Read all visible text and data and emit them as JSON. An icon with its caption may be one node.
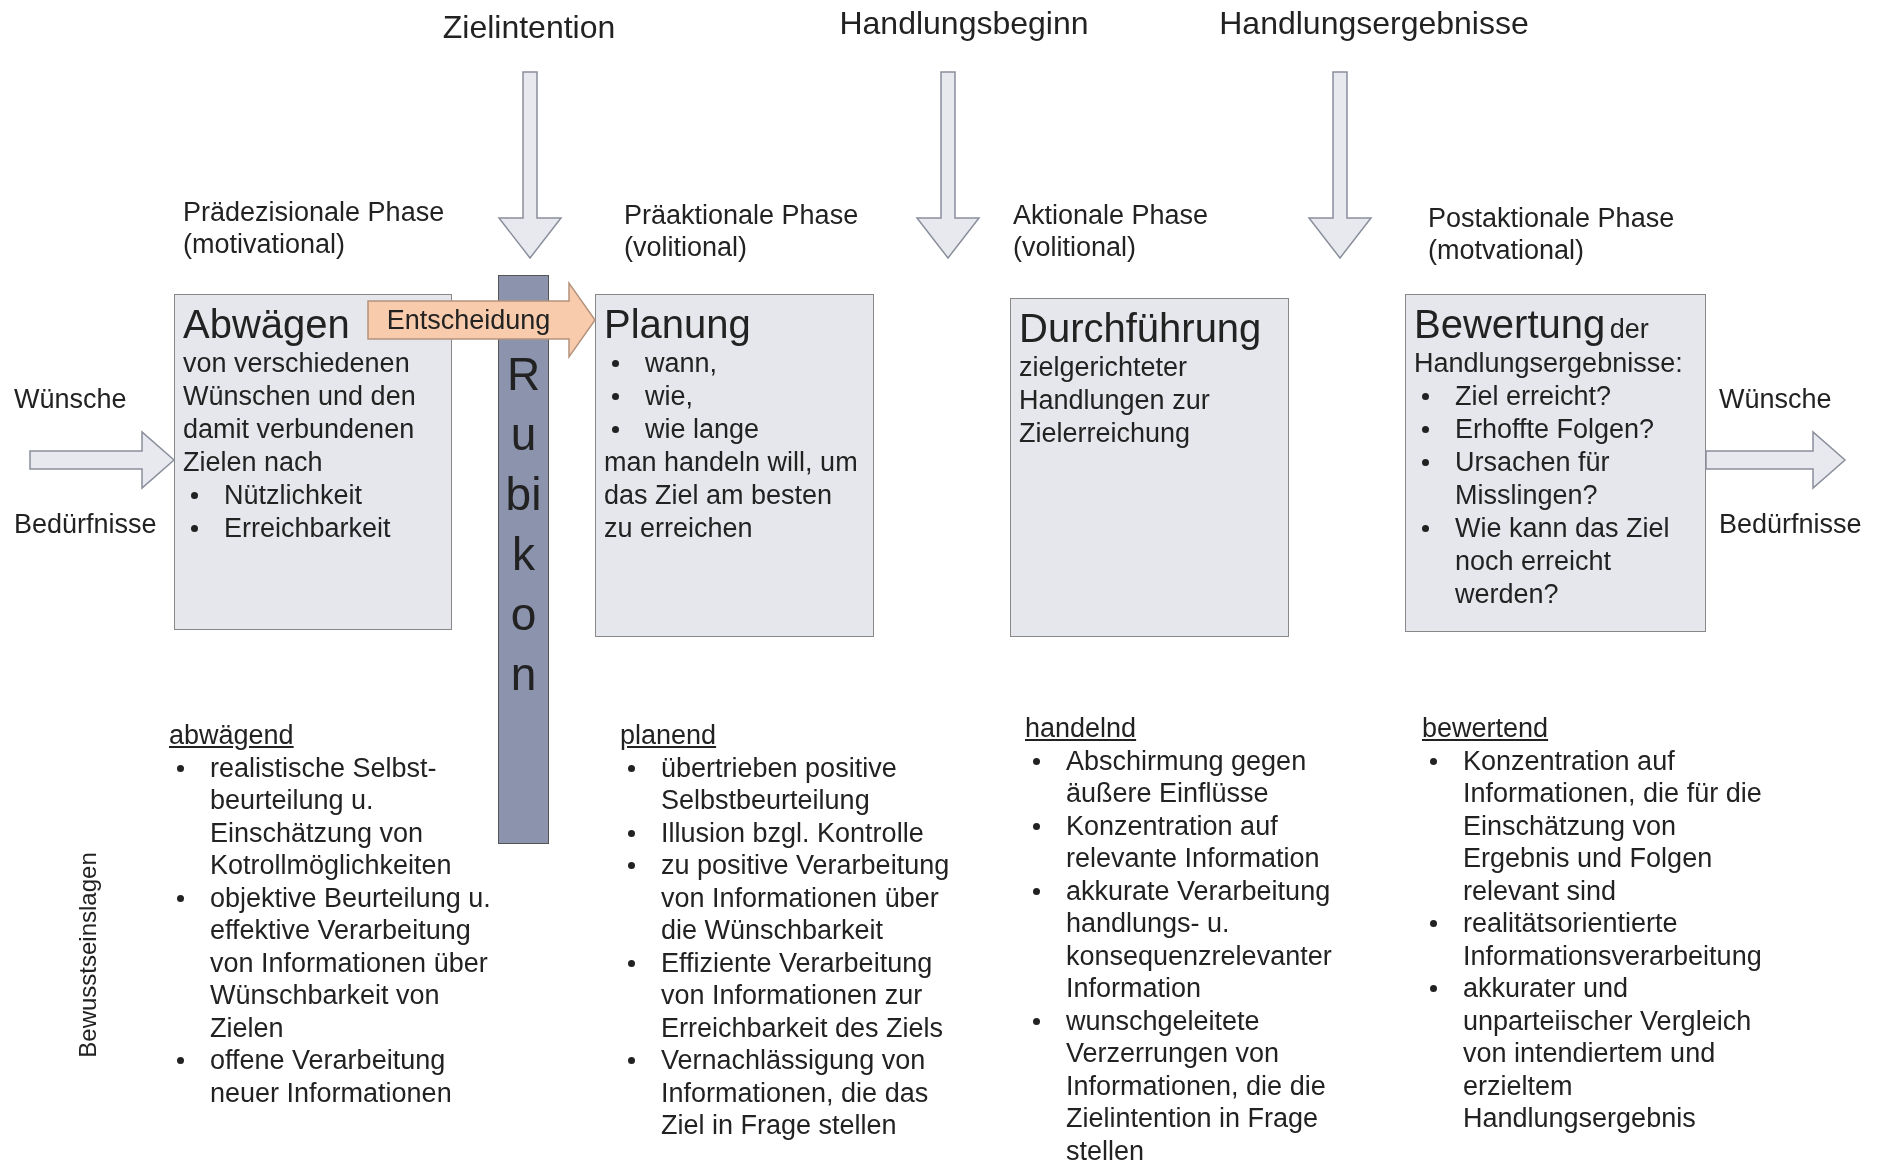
{
  "diagram": {
    "nodes": [
      {
        "text": [
          "Zielintention"
        ]
      },
      {
        "text": [
          "Handlungsbeginn"
        ]
      },
      {
        "text": [
          "Handlungsergebnisse"
        ]
      },
      {
        "text": [
          "Abwägen",
          "von verschiedenen Wünschen und den damit verbundenen Zielen nach",
          "Nützlichkeit",
          "Erreichbarkeit"
        ],
        "beside": [
          "Prädezisionale Phase (motivational)"
        ]
      },
      {
        "text": [
          "Rubikon"
        ]
      },
      {
        "text": [
          "Planung",
          "wann,",
          "wie,",
          "wie lange",
          "man handeln will, um das Ziel am besten zu erreichen"
        ],
        "beside": [
          "Präaktionale Phase (volitional)"
        ]
      },
      {
        "text": [
          "Durchführung",
          "zielgerichteter Handlungen zur Zielerreichung"
        ],
        "beside": [
          "Aktionale Phase (volitional)"
        ]
      },
      {
        "text": [
          "Bewertung",
          "der Handlungsergebnisse:",
          "Ziel erreicht?",
          "Erhoffte Folgen?",
          "Ursachen für Misslingen?",
          "Wie kann das Ziel noch erreicht werden?"
        ],
        "beside": [
          "Postaktionale Phase (motvational)"
        ]
      }
    ],
    "edges": [
      {
        "from": 0,
        "to": null,
        "arrow": "to"
      },
      {
        "from": 1,
        "to": null,
        "arrow": "to"
      },
      {
        "from": 2,
        "to": null,
        "arrow": "to"
      },
      {
        "from": 3,
        "to": 5,
        "arrow": "to",
        "label": "Entscheidung",
        "color": "#f8cbad"
      },
      {
        "from": null,
        "to": 3,
        "arrow": "to"
      },
      {
        "from": 7,
        "to": null,
        "arrow": "to"
      }
    ],
    "labels": [
      "Wünsche",
      "Bedürfnisse",
      "Wünsche",
      "Bedürfnisse",
      "abwägend",
      "realistische Selbst-beurteilung u. Einschätzung von Kotrollmöglichkeiten",
      "objektive Beurteilung u. effektive Verarbeitung von Informationen über Wünschbarkeit von Zielen",
      "offene Verarbeitung neuer Informationen",
      "planend",
      "übertrieben positive Selbstbeurteilung",
      "Illusion bzgl. Kontrolle",
      "zu positive Verarbeitung von Informationen über die Wünschbarkeit",
      "Effiziente Verarbeitung von Informationen zur Erreichbarkeit des Ziels",
      "Vernachlässigung von Informationen, die das Ziel in Frage stellen",
      "handelnd",
      "Abschirmung gegen äußere Einflüsse",
      "Konzentration auf relevante Information",
      "akkurate Verarbeitung handlungs- u. konsequenzrelevanter Information",
      "wunschgeleitete Verzerrungen von Informationen, die die Zielintention in Frage stellen",
      "bewertend",
      "Konzentration auf Informationen, die für die Einschätzung von Ergebnis und Folgen relevant sind",
      "realitätsorientierte Informationsverarbeitung",
      "akkurater und unparteiischer Vergleich von intendiertem und erzieltem Handlungsergebnis",
      "Bewusstseinslagen"
    ]
  }
}
